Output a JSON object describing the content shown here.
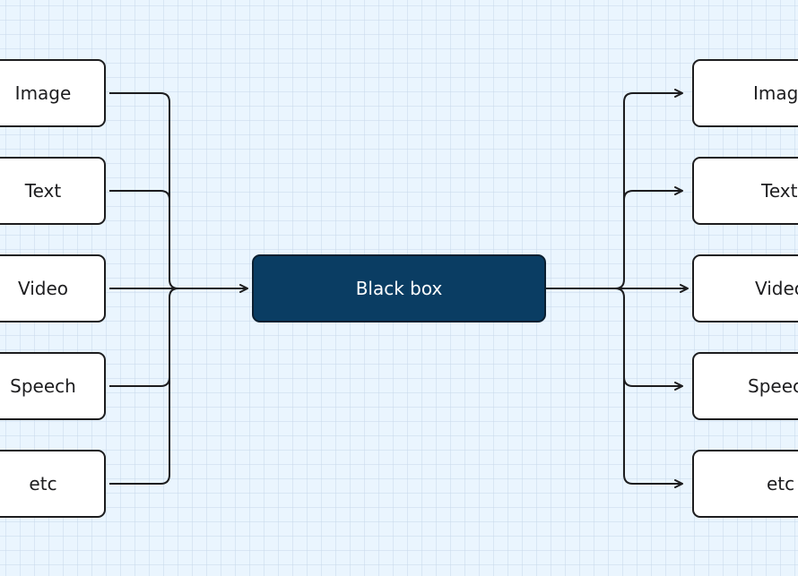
{
  "diagram": {
    "center": {
      "label": "Black box"
    },
    "inputs": [
      "Image",
      "Text",
      "Video",
      "Speech",
      "etc"
    ],
    "outputs": [
      "Image",
      "Text",
      "Video",
      "Speech",
      "etc"
    ]
  },
  "colors": {
    "background": "#eaf5fe",
    "center_fill": "#0a3d63",
    "stroke": "#1d1d1f",
    "node_fill": "#ffffff"
  }
}
